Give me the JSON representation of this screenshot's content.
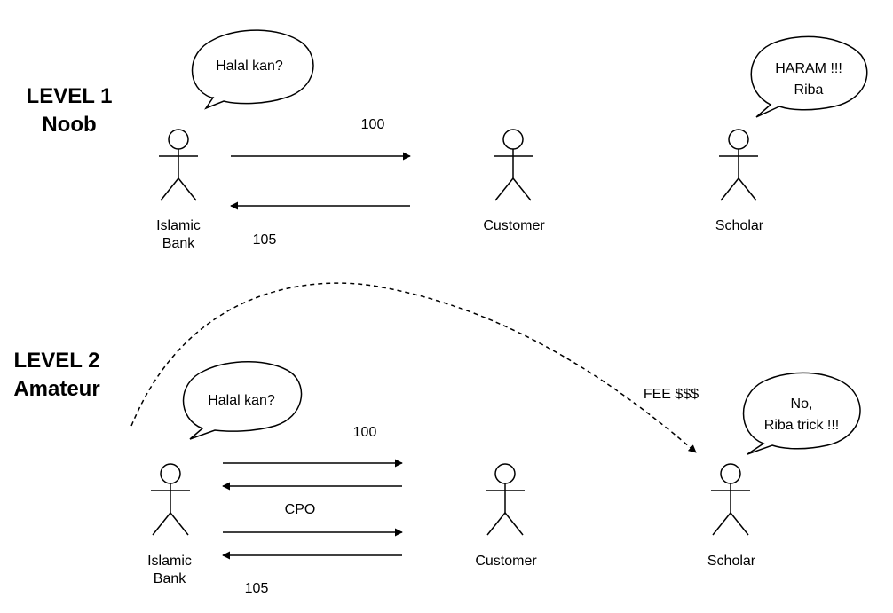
{
  "level1": {
    "title_line1": "LEVEL 1",
    "title_line2": "Noob",
    "bank_label_line1": "Islamic",
    "bank_label_line2": "Bank",
    "customer_label": "Customer",
    "scholar_label": "Scholar",
    "bank_speech": "Halal kan?",
    "scholar_speech_line1": "HARAM !!!",
    "scholar_speech_line2": "Riba",
    "amount_out": "100",
    "amount_back": "105"
  },
  "level2": {
    "title_line1": "LEVEL 2",
    "title_line2": "Amateur",
    "bank_label_line1": "Islamic",
    "bank_label_line2": "Bank",
    "customer_label": "Customer",
    "scholar_label": "Scholar",
    "bank_speech": "Halal kan?",
    "scholar_speech_line1": "No,",
    "scholar_speech_line2": "Riba trick !!!",
    "amount_out": "100",
    "cpo_label": "CPO",
    "amount_back": "105",
    "fee_label": "FEE $$$"
  },
  "colors": {
    "stroke": "#000000",
    "background": "#ffffff"
  }
}
